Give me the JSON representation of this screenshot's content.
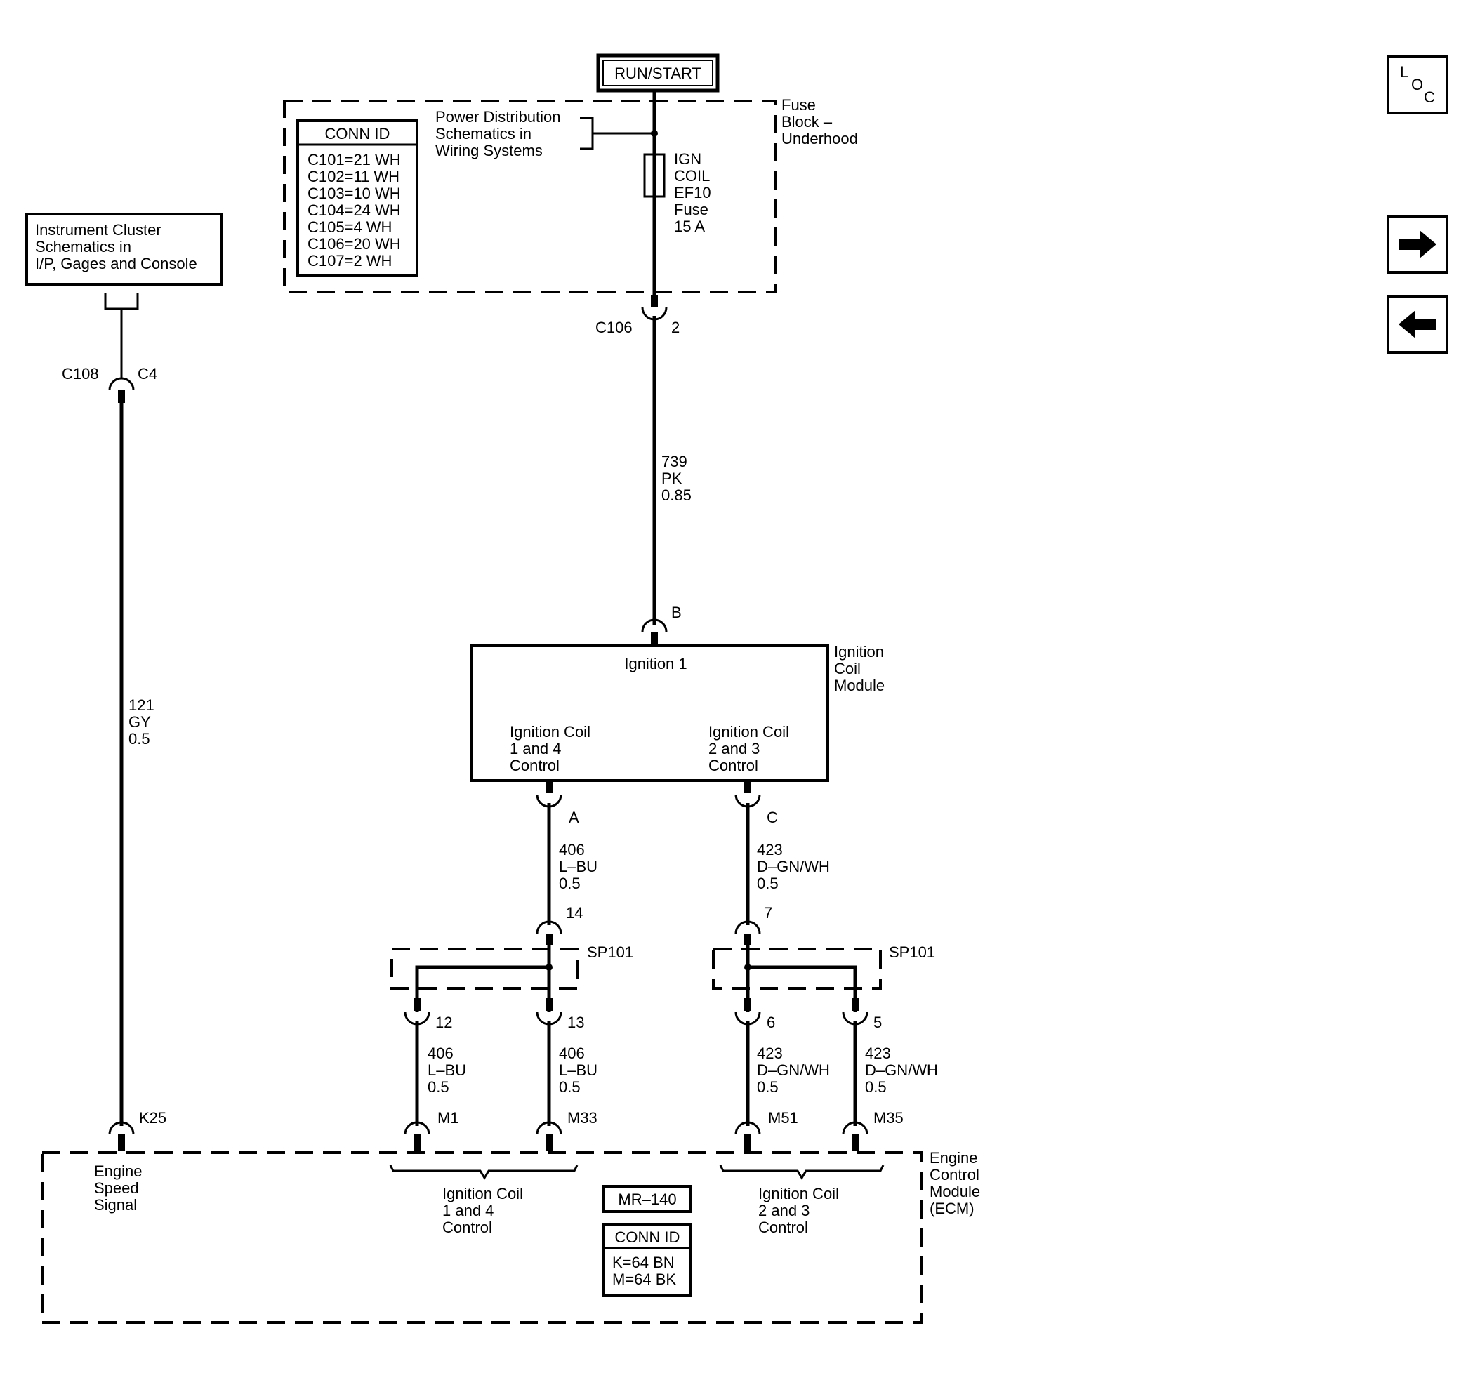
{
  "power": {
    "source": "RUN/START"
  },
  "fuse_block": {
    "name": [
      "Fuse",
      "Block –",
      "Underhood"
    ],
    "conn_id": {
      "title": "CONN ID",
      "rows": [
        "C101=21 WH",
        "C102=11 WH",
        "C103=10 WH",
        "C104=24 WH",
        "C105=4 WH",
        "C106=20 WH",
        "C107=2 WH"
      ]
    },
    "ref": [
      "Power Distribution",
      "Schematics in",
      "Wiring Systems"
    ],
    "fuse": [
      "IGN",
      "COIL",
      "EF10",
      "Fuse",
      "15 A"
    ]
  },
  "cluster_ref": [
    "Instrument Cluster",
    "Schematics in",
    "I/P, Gages and Console"
  ],
  "connectors": {
    "c106": {
      "id": "C106",
      "pin": "2"
    },
    "c108": {
      "id": "C108",
      "pin": "C4"
    },
    "icm_b": "B",
    "icm_a": "A",
    "icm_c": "C",
    "sp_in_left": "14",
    "sp_in_right": "7",
    "sp_out_12": "12",
    "sp_out_13": "13",
    "sp_out_6": "6",
    "sp_out_5": "5",
    "ecm_k25": "K25",
    "ecm_m1": "M1",
    "ecm_m33": "M33",
    "ecm_m51": "M51",
    "ecm_m35": "M35"
  },
  "splices": {
    "left": "SP101",
    "right": "SP101"
  },
  "wires": {
    "w739": [
      "739",
      "PK",
      "0.85"
    ],
    "w121": [
      "121",
      "GY",
      "0.5"
    ],
    "w406a": [
      "406",
      "L–BU",
      "0.5"
    ],
    "w423a": [
      "423",
      "D–GN/WH",
      "0.5"
    ],
    "w406b": [
      "406",
      "L–BU",
      "0.5"
    ],
    "w406c": [
      "406",
      "L–BU",
      "0.5"
    ],
    "w423b": [
      "423",
      "D–GN/WH",
      "0.5"
    ],
    "w423c": [
      "423",
      "D–GN/WH",
      "0.5"
    ]
  },
  "icm": {
    "name": [
      "Ignition",
      "Coil",
      "Module"
    ],
    "ign1": "Ignition 1",
    "ctrl14": [
      "Ignition Coil",
      "1 and 4",
      "Control"
    ],
    "ctrl23": [
      "Ignition Coil",
      "2 and 3",
      "Control"
    ]
  },
  "ecm": {
    "name": [
      "Engine",
      "Control",
      "Module",
      "(ECM)"
    ],
    "speed": [
      "Engine",
      "Speed",
      "Signal"
    ],
    "ctrl14": [
      "Ignition Coil",
      "1 and 4",
      "Control"
    ],
    "ctrl23": [
      "Ignition Coil",
      "2 and 3",
      "Control"
    ],
    "code": "MR–140",
    "conn_id": {
      "title": "CONN ID",
      "rows": [
        "K=64 BN",
        "M=64 BK"
      ]
    }
  },
  "nav": {
    "loc_letters": [
      "L",
      "O",
      "C"
    ],
    "next": "arrow-right-icon",
    "prev": "arrow-left-icon"
  }
}
